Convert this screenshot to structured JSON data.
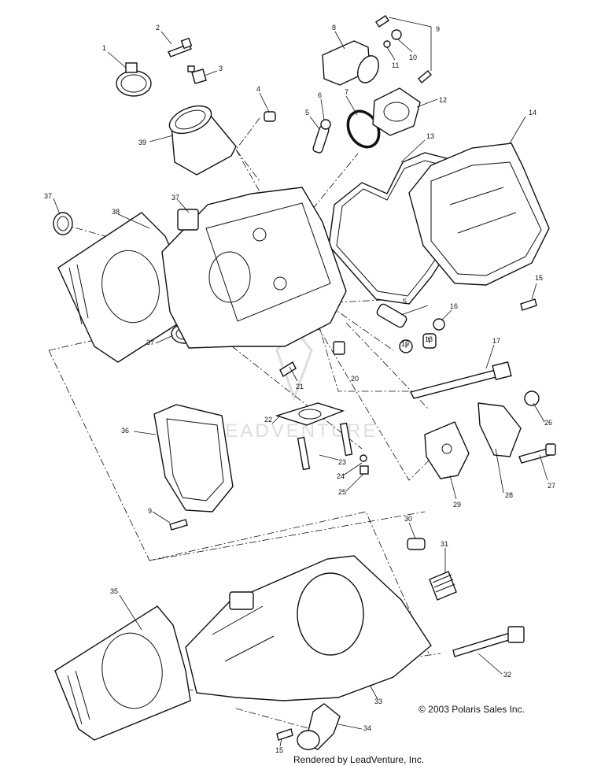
{
  "callouts": [
    "1",
    "2",
    "3",
    "4",
    "5",
    "6",
    "7",
    "8",
    "9",
    "10",
    "11",
    "12",
    "13",
    "14",
    "15",
    "16",
    "17",
    "18",
    "19",
    "20",
    "21",
    "22",
    "23",
    "24",
    "25",
    "26",
    "27",
    "28",
    "29",
    "30",
    "31",
    "32",
    "33",
    "34",
    "35",
    "36",
    "37",
    "38",
    "39"
  ],
  "copyright": "© 2003 Polaris Sales Inc.",
  "footer": "Rendered by LeadVenture, Inc.",
  "watermark": "LEADVENTURE",
  "colors": {
    "line": "#111111",
    "background": "#ffffff",
    "watermark": "#dddddd"
  }
}
